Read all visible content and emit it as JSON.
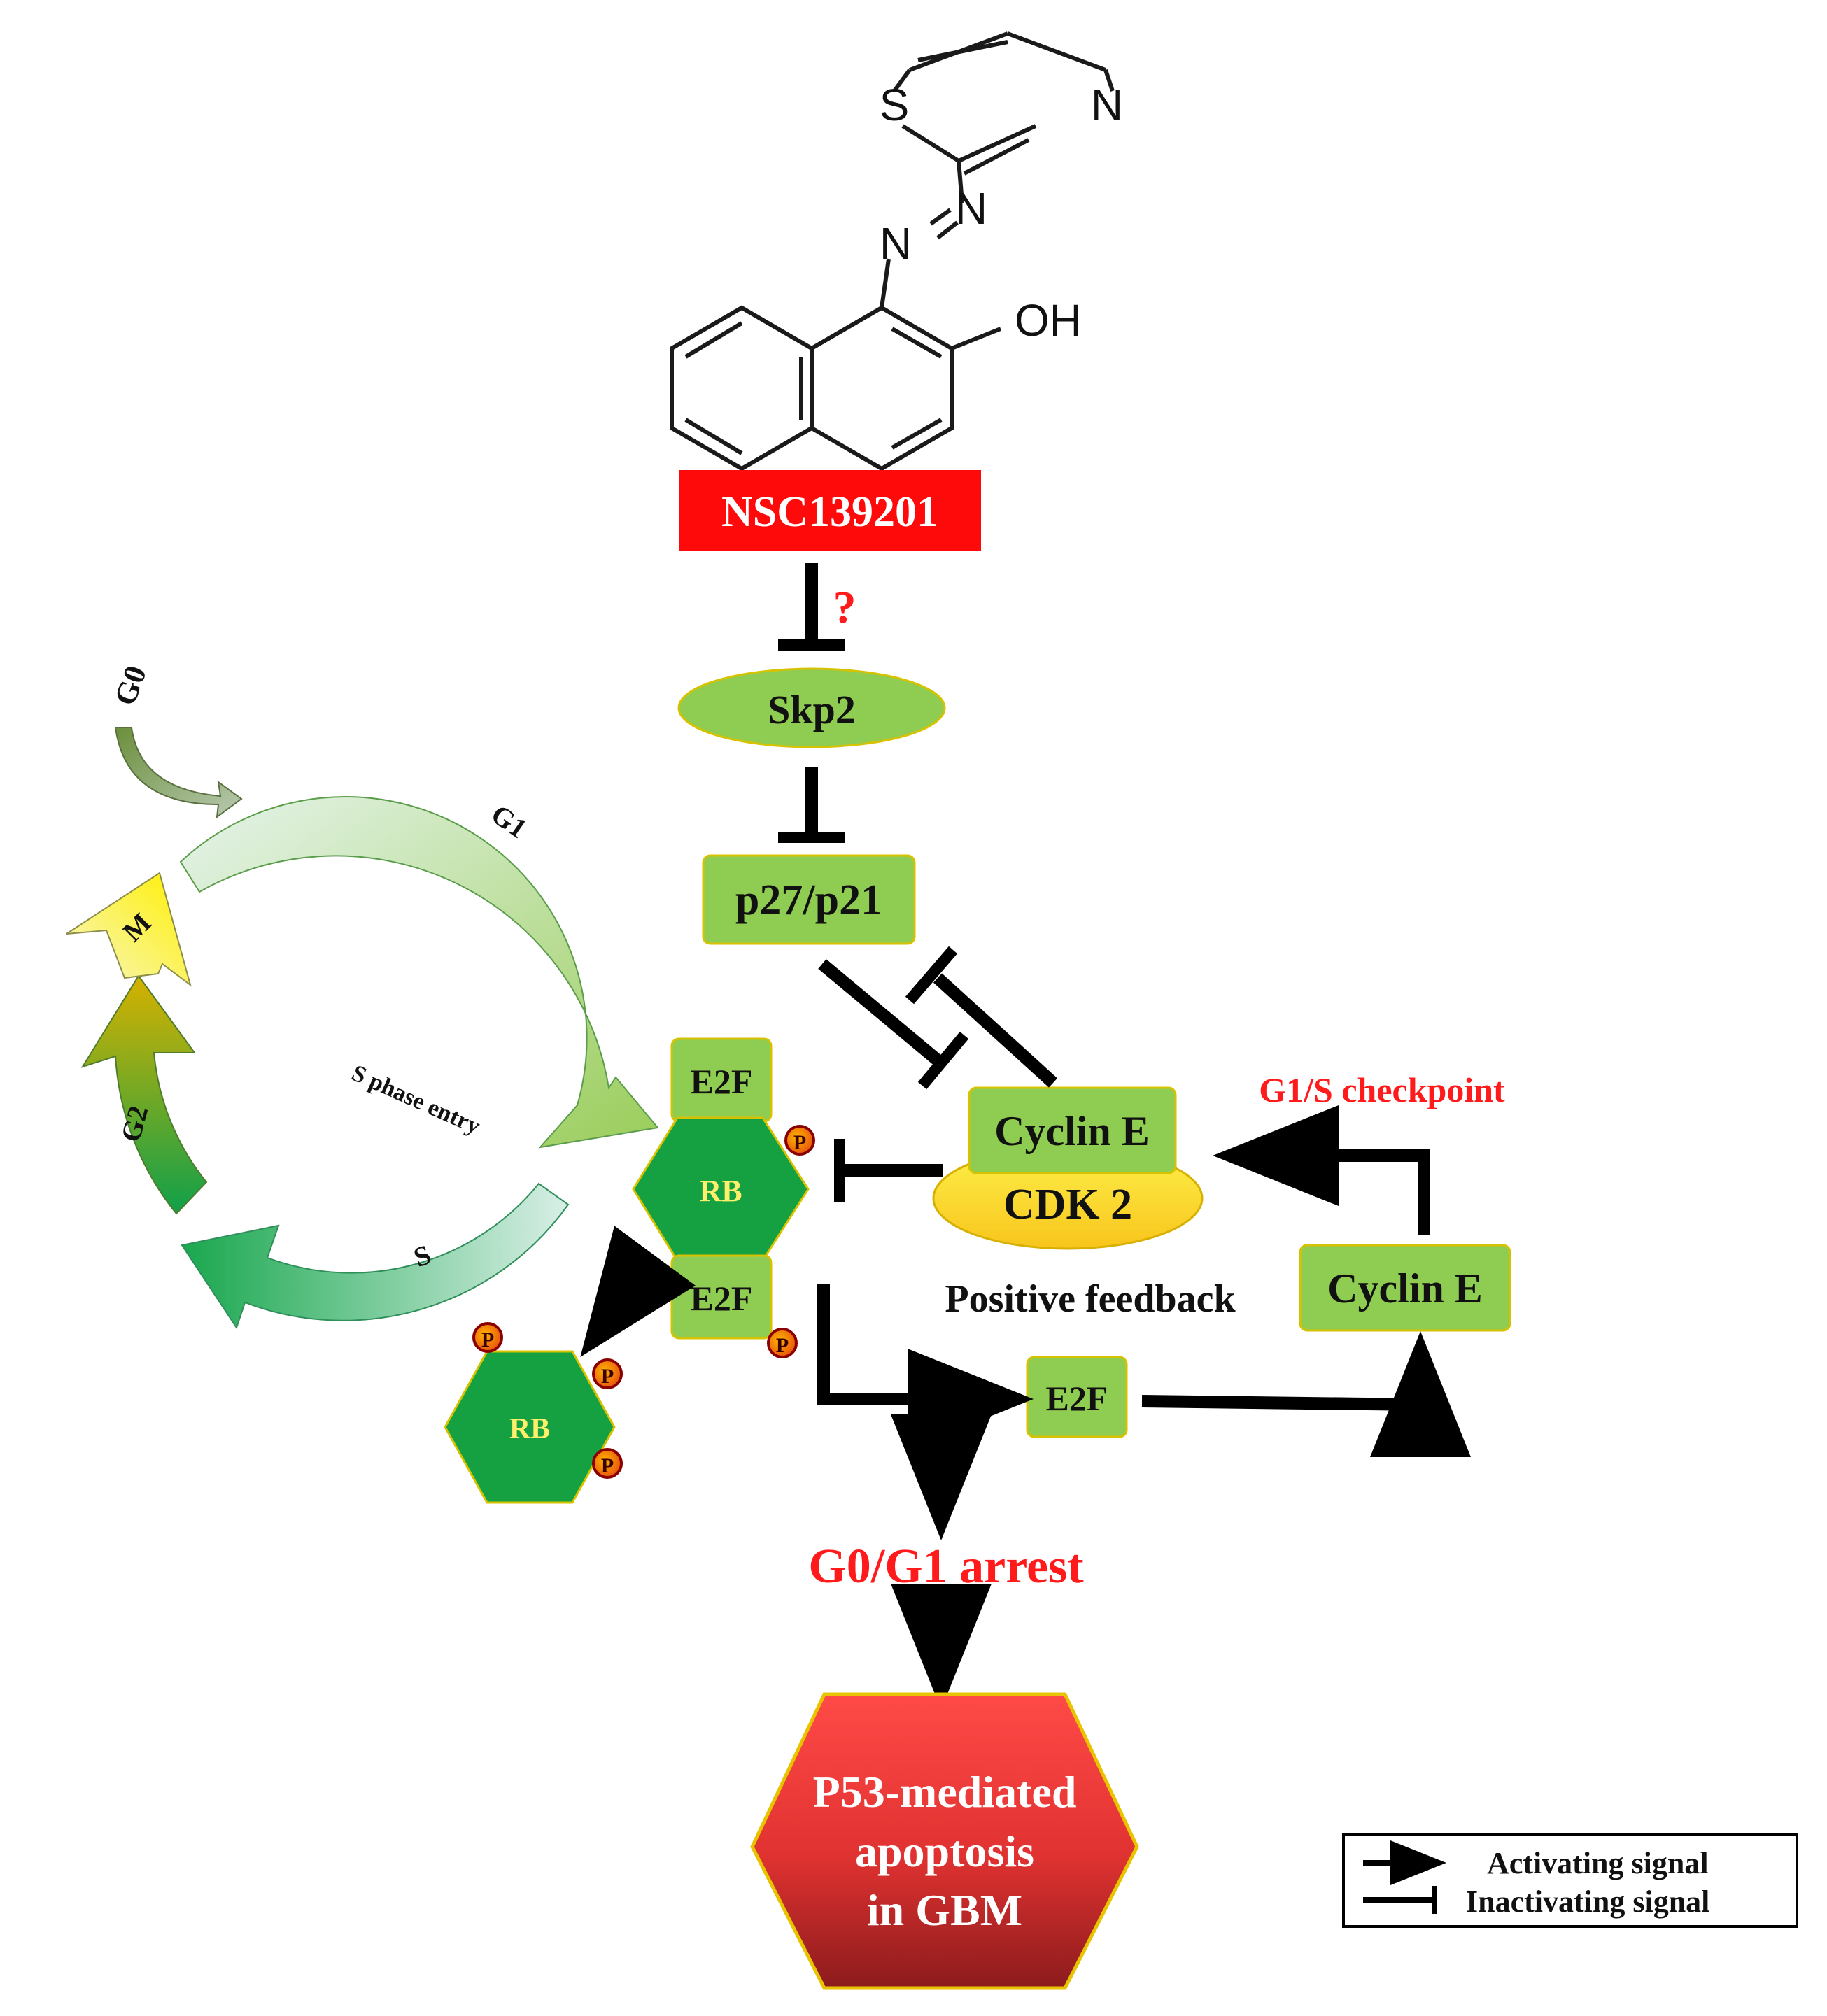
{
  "molecule": {
    "atom_s": "S",
    "atom_n_ring": "N",
    "atom_n_azo1": "N",
    "atom_n_azo2": "N",
    "group_oh": "OH"
  },
  "drug": {
    "label": "NSC139201",
    "question": "?"
  },
  "nodes": {
    "skp2": "Skp2",
    "p27p21": "p27/p21",
    "cyclin_e_complex": "Cyclin E",
    "cdk2": "CDK 2",
    "cyclin_e_right": "Cyclin E",
    "e2f_top": "E2F",
    "e2f_bottom": "E2F",
    "e2f_free": "E2F",
    "rb": "RB",
    "rb_phos": "RB",
    "phospho": "P"
  },
  "labels": {
    "g1s_checkpoint": "G1/S checkpoint",
    "positive_feedback": "Positive feedback",
    "arrest": "G0/G1 arrest",
    "apoptosis": [
      "P53-mediated",
      "apoptosis",
      "in GBM"
    ]
  },
  "cell_cycle": {
    "g0": "G0",
    "g1": "G1",
    "s": "S",
    "g2": "G2",
    "m": "M",
    "s_entry": "S phase entry"
  },
  "legend": {
    "activating": "Activating signal",
    "inactivating": "Inactivating signal"
  },
  "colors": {
    "node_green": "#8fcc52",
    "rb_green": "#15a141",
    "drug_red": "#ff0a0a",
    "alert_red": "#ff1b1b",
    "cdk_yellow": "#fde02c"
  }
}
